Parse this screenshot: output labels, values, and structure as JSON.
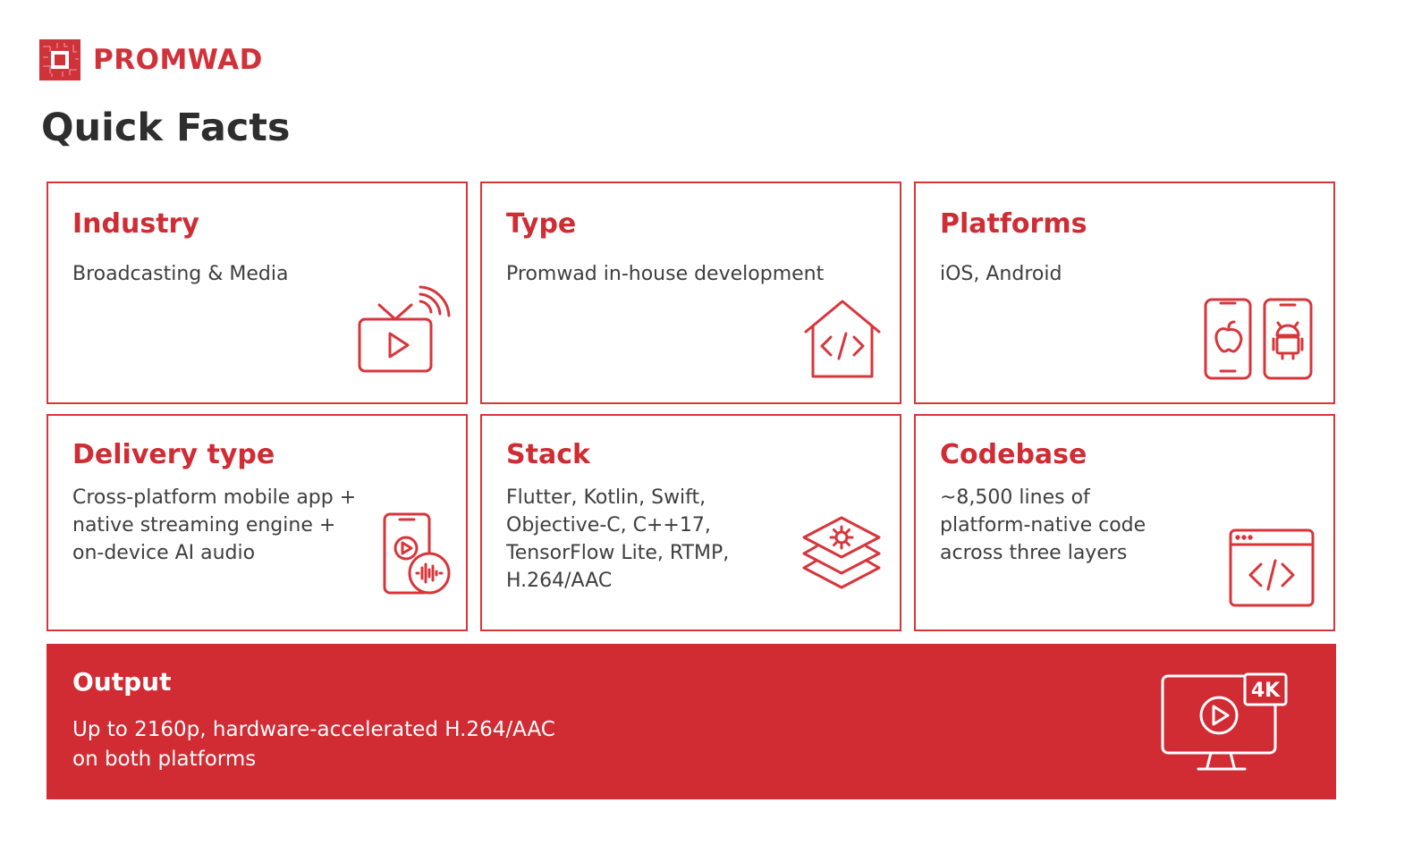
{
  "brand": {
    "name": "PROMWAD",
    "color": "#d12b33"
  },
  "page_title": "Quick Facts",
  "cards": [
    {
      "title": "Industry",
      "lines": [
        "Broadcasting & Media"
      ],
      "icon": "tv-broadcast-icon"
    },
    {
      "title": "Type",
      "lines": [
        "Promwad in-house development"
      ],
      "icon": "code-house-icon"
    },
    {
      "title": "Platforms",
      "lines": [
        "iOS, Android"
      ],
      "icon": "ios-android-phones-icon"
    },
    {
      "title": "Delivery type",
      "lines": [
        "Cross-platform mobile app +",
        "native streaming engine +",
        "on-device AI audio"
      ],
      "icon": "phone-audio-icon"
    },
    {
      "title": "Stack",
      "lines": [
        "Flutter, Kotlin, Swift,",
        "Objective-C, C++17,",
        "TensorFlow Lite, RTMP,",
        "H.264/AAC"
      ],
      "icon": "layers-gear-icon"
    },
    {
      "title": "Codebase",
      "lines": [
        "~8,500 lines of",
        "platform-native code",
        "across three layers"
      ],
      "icon": "code-window-icon"
    }
  ],
  "output": {
    "title": "Output",
    "lines": [
      "Up to 2160p, hardware-accelerated H.264/AAC",
      "on both platforms"
    ],
    "badge": "4K",
    "icon": "monitor-4k-icon"
  }
}
